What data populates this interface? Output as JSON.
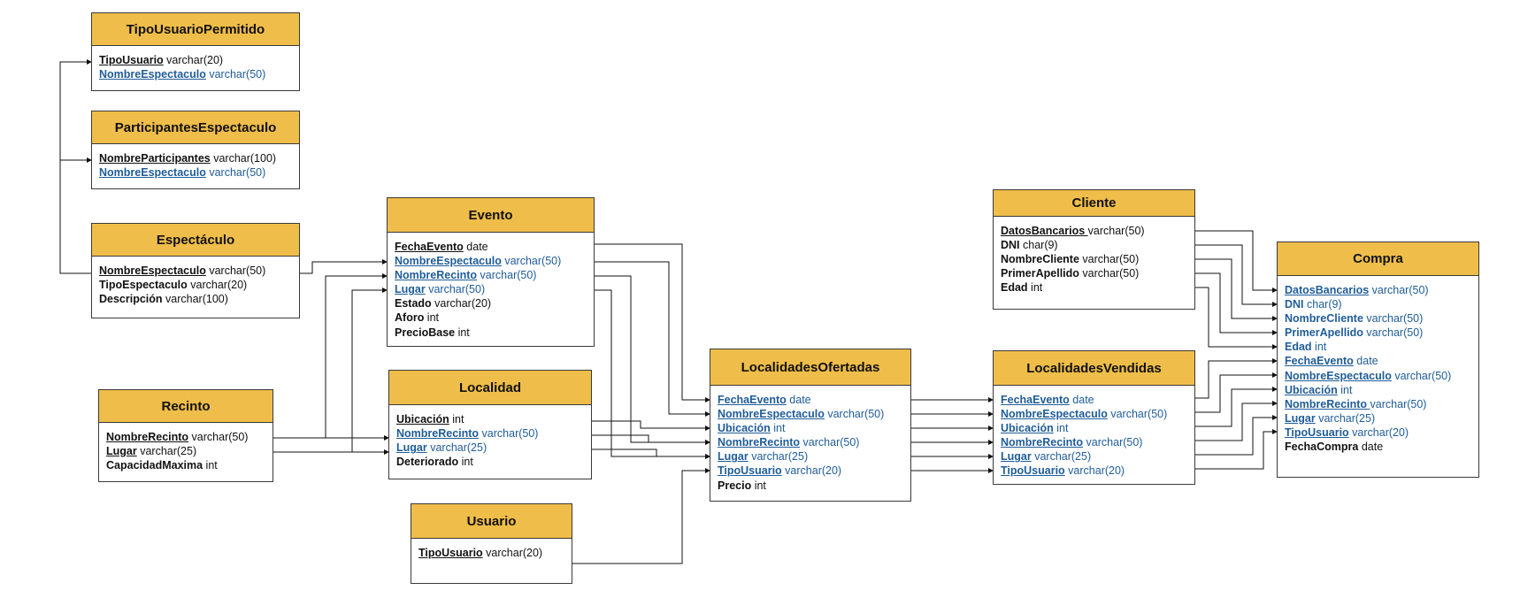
{
  "diagram": {
    "tables": [
      {
        "id": "tipousuariopermitido",
        "title": "TipoUsuarioPermitido",
        "fields": [
          {
            "name": "TipoUsuario",
            "type": " varchar(20)",
            "pk": true,
            "fk": false
          },
          {
            "name": "NombreEspectaculo",
            "type": " varchar(50)",
            "pk": true,
            "fk": true
          }
        ]
      },
      {
        "id": "participantesespectaculo",
        "title": "ParticipantesEspectaculo",
        "fields": [
          {
            "name": "NombreParticipantes",
            "type": " varchar(100)",
            "pk": true,
            "fk": false
          },
          {
            "name": "NombreEspectaculo",
            "type": " varchar(50)",
            "pk": true,
            "fk": true
          }
        ]
      },
      {
        "id": "espectaculo",
        "title": "Espectáculo",
        "fields": [
          {
            "name": "NombreEspectaculo",
            "type": " varchar(50)",
            "pk": true,
            "fk": false
          },
          {
            "name": "TipoEspectaculo",
            "type": " varchar(20)",
            "pk": false,
            "fk": false
          },
          {
            "name": "Descripción",
            "type": " varchar(100)",
            "pk": false,
            "fk": false
          }
        ]
      },
      {
        "id": "evento",
        "title": "Evento",
        "fields": [
          {
            "name": "FechaEvento",
            "type": " date",
            "pk": true,
            "fk": false
          },
          {
            "name": "NombreEspectaculo",
            "type": " varchar(50)",
            "pk": true,
            "fk": true
          },
          {
            "name": "NombreRecinto",
            "type": " varchar(50)",
            "pk": true,
            "fk": true
          },
          {
            "name": "Lugar",
            "type": " varchar(50)",
            "pk": true,
            "fk": true
          },
          {
            "name": "Estado",
            "type": " varchar(20)",
            "pk": false,
            "fk": false
          },
          {
            "name": "Aforo",
            "type": " int",
            "pk": false,
            "fk": false
          },
          {
            "name": "PrecioBase",
            "type": " int",
            "pk": false,
            "fk": false
          }
        ]
      },
      {
        "id": "recinto",
        "title": "Recinto",
        "fields": [
          {
            "name": "NombreRecinto",
            "type": " varchar(50)",
            "pk": true,
            "fk": false
          },
          {
            "name": "Lugar",
            "type": " varchar(25)",
            "pk": true,
            "fk": false
          },
          {
            "name": "CapacidadMaxima",
            "type": " int",
            "pk": false,
            "fk": false
          }
        ]
      },
      {
        "id": "localidad",
        "title": "Localidad",
        "fields": [
          {
            "name": "Ubicación",
            "type": " int",
            "pk": true,
            "fk": false
          },
          {
            "name": "NombreRecinto",
            "type": " varchar(50)",
            "pk": true,
            "fk": true
          },
          {
            "name": "Lugar",
            "type": " varchar(25)",
            "pk": true,
            "fk": true
          },
          {
            "name": "Deteriorado",
            "type": " int",
            "pk": false,
            "fk": false
          }
        ]
      },
      {
        "id": "usuario",
        "title": "Usuario",
        "fields": [
          {
            "name": "TipoUsuario",
            "type": " varchar(20)",
            "pk": true,
            "fk": false
          }
        ]
      },
      {
        "id": "localidadesofertadas",
        "title": "LocalidadesOfertadas",
        "fields": [
          {
            "name": "FechaEvento",
            "type": " date",
            "pk": true,
            "fk": true
          },
          {
            "name": "NombreEspectaculo",
            "type": " varchar(50)",
            "pk": true,
            "fk": true
          },
          {
            "name": "Ubicación",
            "type": " int",
            "pk": true,
            "fk": true
          },
          {
            "name": "NombreRecinto",
            "type": " varchar(50)",
            "pk": true,
            "fk": true
          },
          {
            "name": "Lugar",
            "type": " varchar(25)",
            "pk": true,
            "fk": true
          },
          {
            "name": "TipoUsuario",
            "type": " varchar(20)",
            "pk": true,
            "fk": true
          },
          {
            "name": "Precio",
            "type": " int",
            "pk": false,
            "fk": false
          }
        ]
      },
      {
        "id": "cliente",
        "title": "Cliente",
        "fields": [
          {
            "name": "DatosBancarios ",
            "type": "varchar(50)",
            "pk": true,
            "fk": false
          },
          {
            "name": "DNI",
            "type": " char(9)",
            "pk": false,
            "fk": false
          },
          {
            "name": "NombreCliente",
            "type": " varchar(50)",
            "pk": false,
            "fk": false
          },
          {
            "name": "PrimerApellido",
            "type": " varchar(50)",
            "pk": false,
            "fk": false
          },
          {
            "name": "Edad",
            "type": " int",
            "pk": false,
            "fk": false
          }
        ]
      },
      {
        "id": "localidadesvendidas",
        "title": "LocalidadesVendidas",
        "fields": [
          {
            "name": "FechaEvento",
            "type": " date",
            "pk": true,
            "fk": true
          },
          {
            "name": "NombreEspectaculo",
            "type": " varchar(50)",
            "pk": true,
            "fk": true
          },
          {
            "name": "Ubicación",
            "type": " int",
            "pk": true,
            "fk": true
          },
          {
            "name": "NombreRecinto",
            "type": " varchar(50)",
            "pk": true,
            "fk": true
          },
          {
            "name": "Lugar",
            "type": " varchar(25)",
            "pk": true,
            "fk": true
          },
          {
            "name": "TipoUsuario",
            "type": " varchar(20)",
            "pk": true,
            "fk": true
          }
        ]
      },
      {
        "id": "compra",
        "title": "Compra",
        "fields": [
          {
            "name": "DatosBancarios",
            "type": " varchar(50)",
            "pk": true,
            "fk": true
          },
          {
            "name": "DNI",
            "type": " char(9)",
            "pk": false,
            "fk": true
          },
          {
            "name": "NombreCliente",
            "type": " varchar(50)",
            "pk": false,
            "fk": true
          },
          {
            "name": "PrimerApellido",
            "type": " varchar(50)",
            "pk": false,
            "fk": true
          },
          {
            "name": "Edad",
            "type": " int",
            "pk": false,
            "fk": true
          },
          {
            "name": "FechaEvento",
            "type": " date",
            "pk": true,
            "fk": true
          },
          {
            "name": "NombreEspectaculo",
            "type": " varchar(50)",
            "pk": true,
            "fk": true
          },
          {
            "name": "Ubicación",
            "type": " int",
            "pk": true,
            "fk": true
          },
          {
            "name": "NombreRecinto ",
            "type": "varchar(50)",
            "pk": true,
            "fk": true
          },
          {
            "name": "Lugar",
            "type": " varchar(25)",
            "pk": true,
            "fk": true
          },
          {
            "name": "TipoUsuario",
            "type": " varchar(20)",
            "pk": true,
            "fk": true
          },
          {
            "name": "FechaCompra",
            "type": " date",
            "pk": false,
            "fk": false
          }
        ]
      }
    ],
    "colors": {
      "header": "#efbd49",
      "border": "#3a3a3a",
      "foreign_key": "#1f5c99",
      "text": "#111111",
      "line": "#111111"
    }
  }
}
